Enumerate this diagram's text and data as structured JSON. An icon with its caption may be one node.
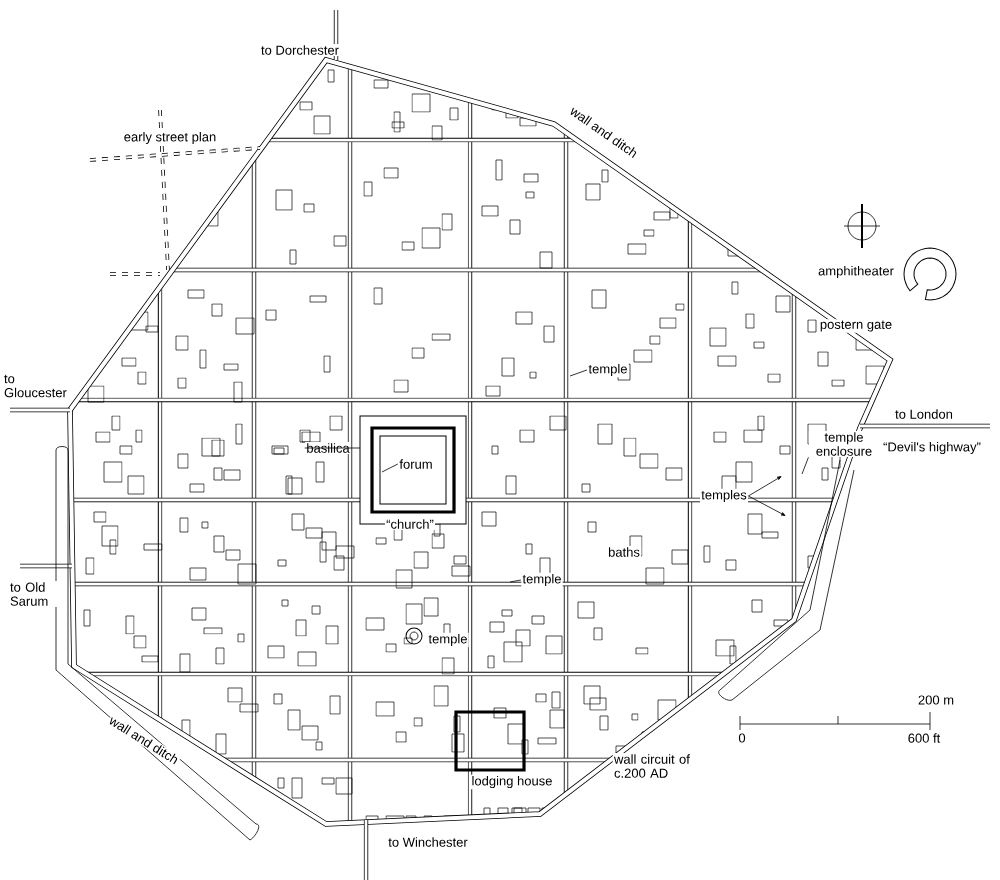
{
  "diagram": {
    "nodes": [
      {
        "text": [
          "basilica"
        ]
      },
      {
        "text": [
          "forum"
        ]
      },
      {
        "text": [
          "temple"
        ]
      },
      {
        "text": [
          "temple enclosure"
        ]
      },
      {
        "text": [
          "temples"
        ]
      },
      {
        "text": [
          "temple"
        ]
      }
    ],
    "edges": [
      {
        "from": 0,
        "to": null,
        "arrow": "none"
      },
      {
        "from": 1,
        "to": null,
        "arrow": "none"
      },
      {
        "from": 2,
        "to": null,
        "arrow": "none"
      },
      {
        "from": 3,
        "to": null,
        "arrow": "none"
      },
      {
        "from": 4,
        "to": null,
        "arrow": "to"
      },
      {
        "from": 4,
        "to": null,
        "arrow": "to"
      },
      {
        "from": 5,
        "to": null,
        "arrow": "none"
      }
    ],
    "labels": [
      "to Dorchester",
      "early street plan",
      "wall and ditch",
      "amphitheater",
      "postern gate",
      "to London",
      "to Gloucester",
      "“Devil's highway”",
      "“church”",
      "baths",
      "to Old Sarum",
      "temple",
      "wall and ditch",
      "200 m",
      "0",
      "600 ft",
      "wall circuit of c.200 AD",
      "lodging house",
      "to Winchester"
    ]
  }
}
